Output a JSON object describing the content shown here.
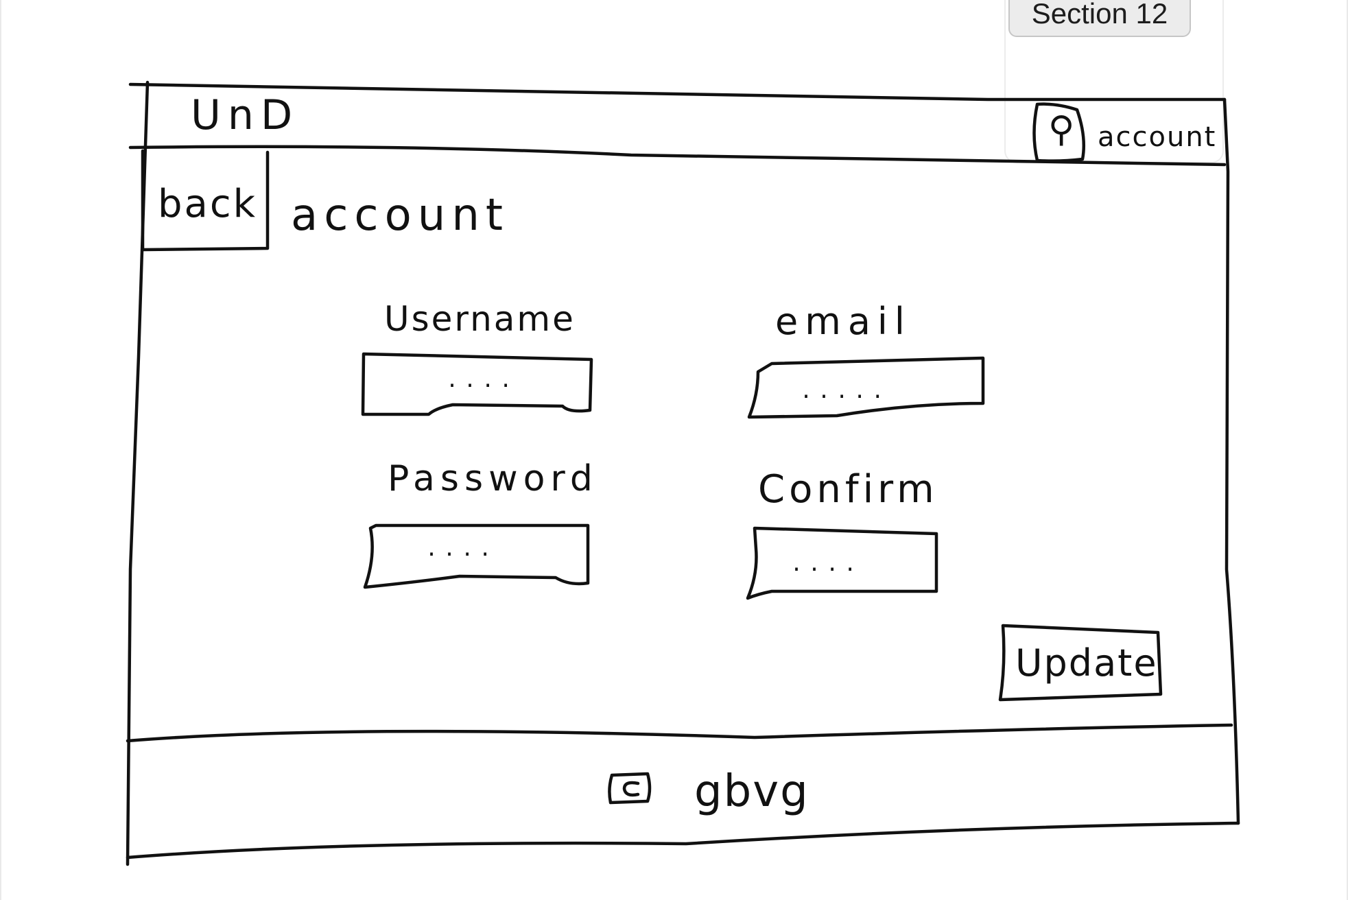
{
  "section": {
    "label": "Section 12"
  },
  "header": {
    "logo_text": "UnD",
    "account_label": "account",
    "account_icon": "person-icon"
  },
  "page": {
    "back_label": "back",
    "title": "account"
  },
  "form": {
    "username_label": "Username",
    "username_value": "....",
    "email_label": "email",
    "email_value": ".....",
    "password_label": "Password",
    "password_value": "....",
    "confirm_label": "Confirm",
    "confirm_value": "....",
    "update_label": "Update"
  },
  "footer": {
    "copyright_icon": "copyright-icon",
    "text": "gbvg"
  },
  "colors": {
    "ink": "#111111",
    "section_tab_bg": "#ececec",
    "section_tab_border": "#c6c6c6",
    "background": "#ffffff"
  }
}
